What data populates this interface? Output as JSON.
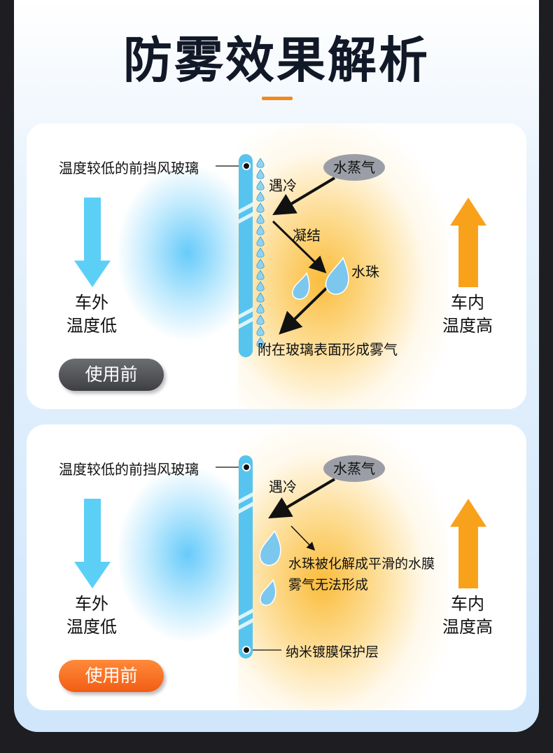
{
  "title": "防雾效果解析",
  "colors": {
    "accent": "#f08a1c",
    "cold": "#56c4ee",
    "warm": "#f8a21c"
  },
  "before": {
    "windshield_label": "温度较低的前挡风玻璃",
    "vapor": "水蒸气",
    "cool": "遇冷",
    "condense": "凝结",
    "droplet": "水珠",
    "fog": "附在玻璃表面形成雾气",
    "outside": [
      "车外",
      "温度低"
    ],
    "inside": [
      "车内",
      "温度高"
    ],
    "button": "使用前"
  },
  "after": {
    "windshield_label": "温度较低的前挡风玻璃",
    "vapor": "水蒸气",
    "cool": "遇冷",
    "film_line1": "水珠被化解成平滑的水膜",
    "film_line2": "雾气无法形成",
    "coating": "纳米镀膜保护层",
    "outside": [
      "车外",
      "温度低"
    ],
    "inside": [
      "车内",
      "温度高"
    ],
    "button": "使用前"
  }
}
